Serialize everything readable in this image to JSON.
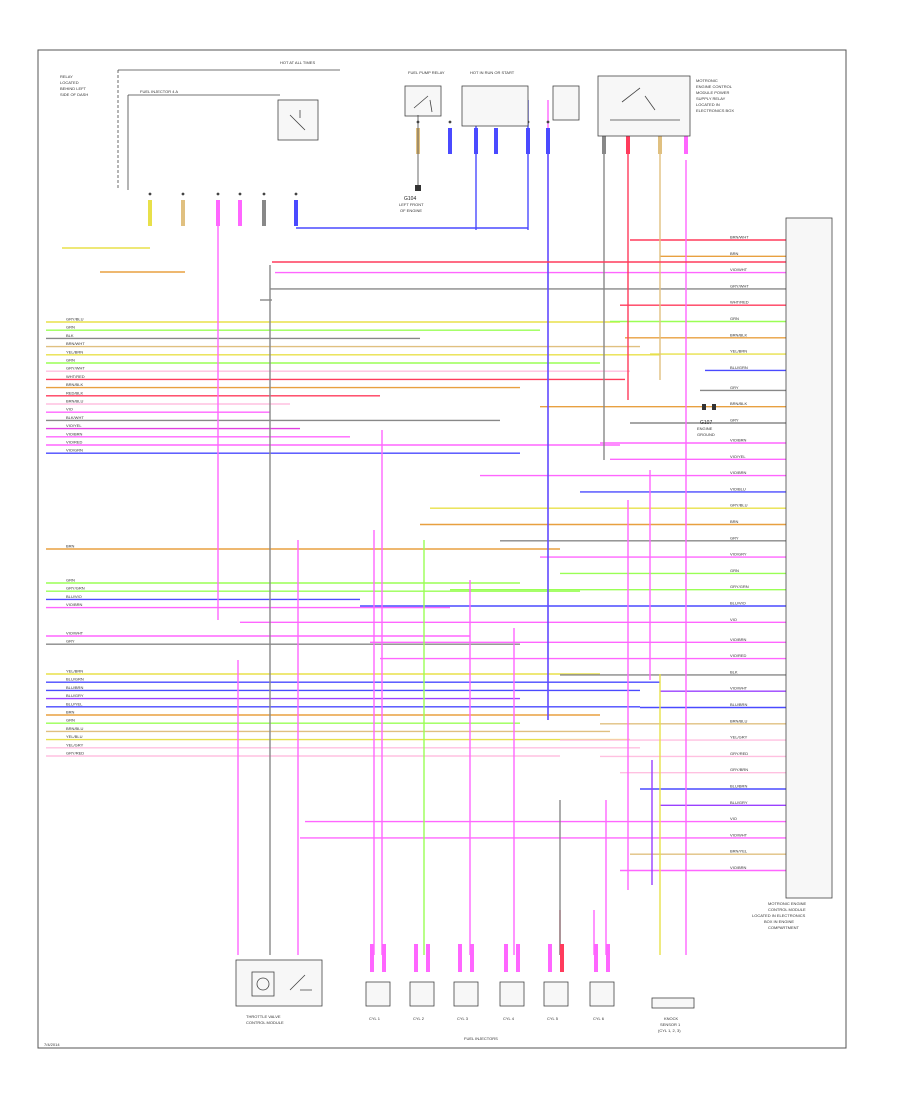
{
  "colors": {
    "pink": "#ff66ff",
    "magenta": "#e040e0",
    "red": "#ff3b5c",
    "blue": "#4a4aff",
    "green": "#9aff55",
    "yellow": "#e8e04a",
    "orange": "#e8a040",
    "gray": "#888888",
    "black": "#333333",
    "lightpink": "#ffc0e0",
    "purple": "#9a40ff",
    "tan": "#e0c080"
  },
  "top_labels": {
    "hot_all_times": "HOT AT ALL TIMES",
    "fuse_panel_left": "FUEL INJECTOR 4 A",
    "left_block_a": "RELAY",
    "left_block_b": "LOCATED",
    "left_block_c": "BEHIND LEFT",
    "left_block_d": "SIDE OF DASH",
    "fuel_pump_relay": "FUEL PUMP RELAY",
    "hot_run_start": "HOT IN RUN OR START",
    "ground": "G104",
    "ground_sub": "LEFT FRONT",
    "ground_sub2": "OF ENGINE",
    "relay_right_1": "MOTRONIC",
    "relay_right_2": "ENGINE CONTROL",
    "relay_right_3": "MODULE POWER",
    "relay_right_4": "SUPPLY RELAY",
    "relay_right_5": "LOCATED IN",
    "relay_right_6": "ELECTRONICS BOX"
  },
  "left_wires": [
    {
      "label": "GRY/BLU",
      "color": "yellow"
    },
    {
      "label": "GRN",
      "color": "green"
    },
    {
      "label": "BLK",
      "color": "gray"
    },
    {
      "label": "BRN/WHT",
      "color": "tan"
    },
    {
      "label": "YEL/BRN",
      "color": "yellow"
    },
    {
      "label": "GRN",
      "color": "green"
    },
    {
      "label": "GRY/WHT",
      "color": "lightpink"
    },
    {
      "label": "WHT/RED",
      "color": "red"
    },
    {
      "label": "BRN/BLK",
      "color": "orange"
    },
    {
      "label": "RED/BLK",
      "color": "red"
    },
    {
      "label": "BRN/BLU",
      "color": "lightpink"
    },
    {
      "label": "VIO",
      "color": "pink"
    },
    {
      "label": "BLK/WHT",
      "color": "gray"
    },
    {
      "label": "VIO/YEL",
      "color": "magenta"
    },
    {
      "label": "VIO/BRN",
      "color": "pink"
    },
    {
      "label": "VIO/RED",
      "color": "pink"
    },
    {
      "label": "VIO/GRN",
      "color": "blue"
    },
    {
      "label": "BRN",
      "color": "orange"
    },
    {
      "label": "GRN",
      "color": "green"
    },
    {
      "label": "GRY/GRN",
      "color": "green"
    },
    {
      "label": "BLU/VIO",
      "color": "blue"
    },
    {
      "label": "VIO/BRN",
      "color": "pink"
    },
    {
      "label": "VIO/WHT",
      "color": "pink"
    },
    {
      "label": "GRY",
      "color": "gray"
    },
    {
      "label": "YEL/BRN",
      "color": "yellow"
    },
    {
      "label": "BLU/GRN",
      "color": "blue"
    },
    {
      "label": "BLU/BRN",
      "color": "blue"
    },
    {
      "label": "BLU/GRY",
      "color": "purple"
    },
    {
      "label": "BLU/YEL",
      "color": "blue"
    },
    {
      "label": "BRN",
      "color": "orange"
    },
    {
      "label": "GRN",
      "color": "green"
    },
    {
      "label": "BRN/BLU",
      "color": "tan"
    },
    {
      "label": "YEL/BLU",
      "color": "yellow"
    },
    {
      "label": "YEL/GRY",
      "color": "lightpink"
    },
    {
      "label": "GRY/RED",
      "color": "lightpink"
    }
  ],
  "right_wires": [
    {
      "label": "BRN/WHT",
      "color": "red"
    },
    {
      "label": "BRN",
      "color": "orange"
    },
    {
      "label": "VIO/WHT",
      "color": "pink"
    },
    {
      "label": "GRY/WHT",
      "color": "gray"
    },
    {
      "label": "WHT/RED",
      "color": "red"
    },
    {
      "label": "GRN",
      "color": "green"
    },
    {
      "label": "BRN/BLK",
      "color": "orange"
    },
    {
      "label": "YEL/BRN",
      "color": "yellow"
    },
    {
      "label": "BLU/GRN",
      "color": "blue"
    },
    {
      "label": "GRY",
      "color": "gray"
    },
    {
      "label": "BRN/BLK",
      "color": "orange"
    },
    {
      "label": "GRY",
      "color": "gray"
    },
    {
      "label": "VIO/BRN",
      "color": "pink"
    },
    {
      "label": "VIO/YEL",
      "color": "pink"
    },
    {
      "label": "VIO/BRN",
      "color": "pink"
    },
    {
      "label": "VIO/BLU",
      "color": "blue"
    },
    {
      "label": "GRY/BLU",
      "color": "yellow"
    },
    {
      "label": "BRN",
      "color": "orange"
    },
    {
      "label": "GRY",
      "color": "gray"
    },
    {
      "label": "VIO/GRY",
      "color": "pink"
    },
    {
      "label": "GRN",
      "color": "green"
    },
    {
      "label": "GRY/GRN",
      "color": "green"
    },
    {
      "label": "BLU/VIO",
      "color": "blue"
    },
    {
      "label": "VIO",
      "color": "pink"
    },
    {
      "label": "VIO/BRN",
      "color": "pink"
    },
    {
      "label": "VIO/RED",
      "color": "pink"
    },
    {
      "label": "BLK",
      "color": "gray"
    },
    {
      "label": "VIO/WHT",
      "color": "purple"
    },
    {
      "label": "BLU/BRN",
      "color": "blue"
    },
    {
      "label": "BRN/BLU",
      "color": "tan"
    },
    {
      "label": "YEL/GRY",
      "color": "lightpink"
    },
    {
      "label": "GRY/RED",
      "color": "lightpink"
    },
    {
      "label": "GRY/BRN",
      "color": "lightpink"
    },
    {
      "label": "BLU/BRN",
      "color": "blue"
    },
    {
      "label": "BLU/GRY",
      "color": "purple"
    },
    {
      "label": "VIO",
      "color": "pink"
    },
    {
      "label": "VIO/WHT",
      "color": "pink"
    },
    {
      "label": "BRN/YEL",
      "color": "tan"
    },
    {
      "label": "VIO/BRN",
      "color": "pink"
    }
  ],
  "ecm_label": {
    "l1": "MOTRONIC ENGINE",
    "l2": "CONTROL MODULE",
    "l3": "LOCATED IN ELECTRONICS",
    "l4": "BOX IN ENGINE",
    "l5": "COMPARTMENT"
  },
  "bottom": {
    "throttle_1": "THROTTLE VALVE",
    "throttle_2": "CONTROL MODULE",
    "injectors": "FUEL INJECTORS",
    "inj_labels": [
      "CYL 1",
      "CYL 2",
      "CYL 3",
      "CYL 4",
      "CYL 5",
      "CYL 6"
    ],
    "knock_1": "KNOCK",
    "knock_2": "SENSOR 1",
    "knock_3": "(CYL 1, 2, 3)"
  },
  "mid_labels": {
    "ground2": "G107",
    "ground2_sub": "ENGINE",
    "ground2_sub2": "GROUND"
  },
  "footer": {
    "code": "7/4/2014"
  }
}
